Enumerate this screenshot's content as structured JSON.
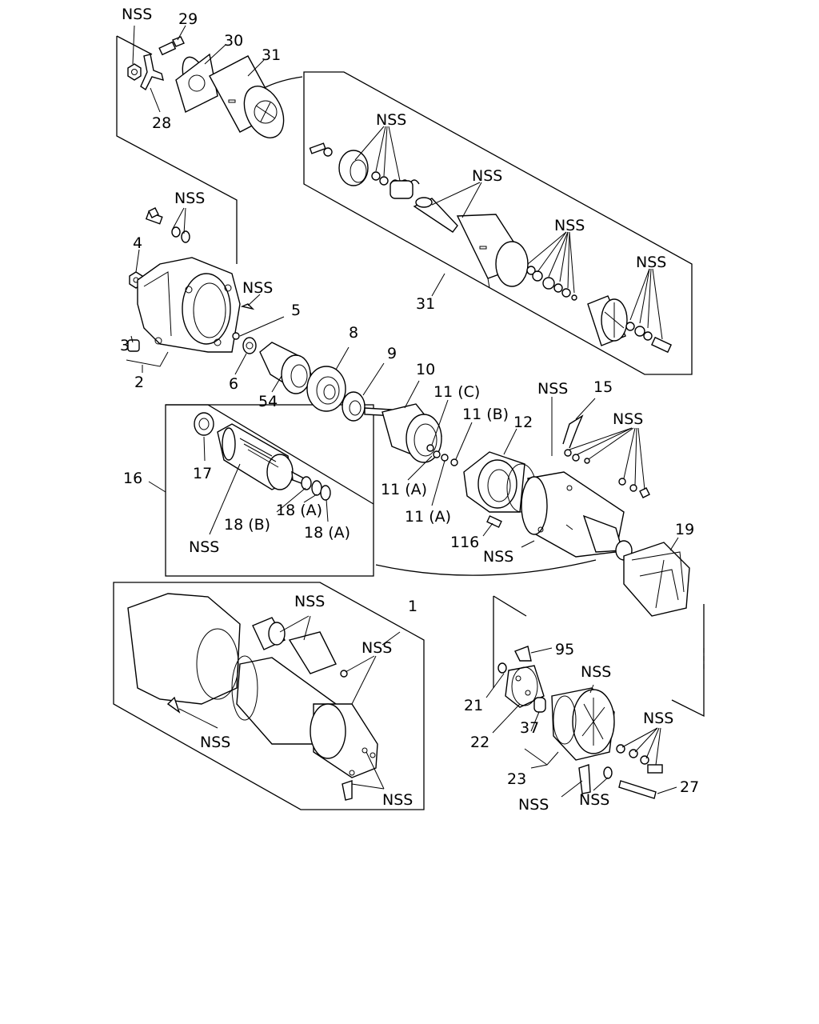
{
  "labels": {
    "nss": "NSS",
    "p1": "1",
    "p2": "2",
    "p3": "3",
    "p4": "4",
    "p5": "5",
    "p6": "6",
    "p8": "8",
    "p9": "9",
    "p10": "10",
    "p11a": "11 (A)",
    "p11b": "11 (B)",
    "p11c": "11 (C)",
    "p12": "12",
    "p15": "15",
    "p16": "16",
    "p17": "17",
    "p18a": "18 (A)",
    "p18b": "18 (B)",
    "p19": "19",
    "p21": "21",
    "p22": "22",
    "p23": "23",
    "p27": "27",
    "p28": "28",
    "p29": "29",
    "p30": "30",
    "p31": "31",
    "p37": "37",
    "p54": "54",
    "p95": "95",
    "p116": "116"
  }
}
